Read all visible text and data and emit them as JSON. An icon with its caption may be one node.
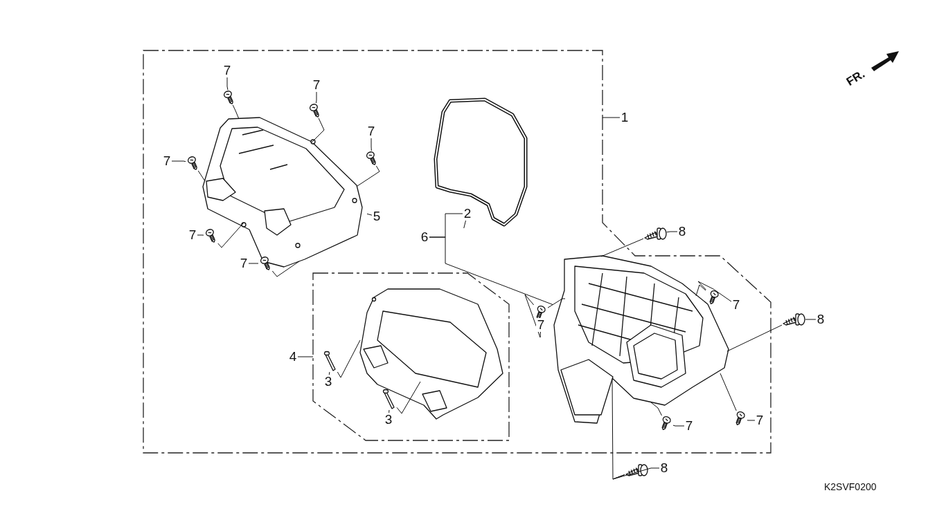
{
  "diagram": {
    "nodes": [
      {
        "text": [],
        "shape": "box"
      },
      {
        "text": [
          "7"
        ],
        "in": 0
      },
      {
        "text": [],
        "shape": "picture",
        "in": 0
      },
      {
        "text": [
          "7"
        ],
        "in": 0
      },
      {
        "text": [],
        "shape": "picture",
        "in": 0
      },
      {
        "text": [
          "1"
        ]
      },
      {
        "text": [],
        "shape": "picture",
        "in": 0
      },
      {
        "text": [
          "7"
        ],
        "in": 0
      },
      {
        "text": [],
        "shape": "picture",
        "in": 0
      },
      {
        "text": [
          "7"
        ],
        "in": 0
      },
      {
        "text": [],
        "shape": "picture",
        "in": 0
      },
      {
        "text": [],
        "shape": "picture",
        "in": 0
      },
      {
        "text": [
          "2"
        ],
        "in": 0
      },
      {
        "text": [
          "5"
        ],
        "in": 0
      },
      {
        "text": [
          "8"
        ]
      },
      {
        "text": [],
        "shape": "picture"
      },
      {
        "text": [
          "6"
        ],
        "in": 0
      },
      {
        "text": [
          "7"
        ],
        "in": 0
      },
      {
        "text": [],
        "shape": "picture",
        "in": 0
      },
      {
        "text": [
          "7"
        ],
        "in": 0
      },
      {
        "text": [],
        "shape": "picture",
        "in": 0
      },
      {
        "text": [],
        "shape": "picture",
        "in": 0
      },
      {
        "text": [],
        "shape": "box",
        "in": 0
      },
      {
        "text": [],
        "shape": "picture",
        "in": 22
      },
      {
        "text": [
          "7"
        ],
        "in": 0
      },
      {
        "text": [],
        "shape": "picture",
        "in": 0
      },
      {
        "text": [
          "7"
        ],
        "in": 0
      },
      {
        "text": [],
        "shape": "picture",
        "in": 0
      },
      {
        "text": [
          "8"
        ]
      },
      {
        "text": [],
        "shape": "picture"
      },
      {
        "text": [
          "4"
        ],
        "in": 0
      },
      {
        "text": [],
        "shape": "picture",
        "in": 22
      },
      {
        "text": [
          "3"
        ],
        "in": 22
      },
      {
        "text": [],
        "shape": "picture",
        "in": 22
      },
      {
        "text": [
          "3"
        ],
        "in": 22
      },
      {
        "text": [
          "7"
        ],
        "in": 0
      },
      {
        "text": [],
        "shape": "picture",
        "in": 0
      },
      {
        "text": [
          "7"
        ],
        "in": 0
      },
      {
        "text": [],
        "shape": "picture",
        "in": 0
      },
      {
        "text": [
          "8"
        ]
      },
      {
        "text": [],
        "shape": "picture"
      }
    ],
    "edges": [
      {
        "from": 1,
        "to": 2,
        "arrow": "none"
      },
      {
        "from": 3,
        "to": 4,
        "arrow": "none"
      },
      {
        "from": 7,
        "to": 8,
        "arrow": "none"
      },
      {
        "from": 9,
        "to": 10,
        "arrow": "none"
      },
      {
        "from": 17,
        "to": 18,
        "arrow": "none"
      },
      {
        "from": 19,
        "to": 20,
        "arrow": "none"
      },
      {
        "from": 24,
        "to": 25,
        "arrow": "none"
      },
      {
        "from": 26,
        "to": 27,
        "arrow": "none"
      },
      {
        "from": 35,
        "to": 36,
        "arrow": "none"
      },
      {
        "from": 37,
        "to": 38,
        "arrow": "none"
      },
      {
        "from": 14,
        "to": 15,
        "arrow": "none"
      },
      {
        "from": 28,
        "to": 29,
        "arrow": "none"
      },
      {
        "from": 39,
        "to": 40,
        "arrow": "none"
      },
      {
        "from": 2,
        "to": 11,
        "arrow": "none"
      },
      {
        "from": 4,
        "to": 11,
        "arrow": "none"
      },
      {
        "from": 8,
        "to": 11,
        "arrow": "none"
      },
      {
        "from": 10,
        "to": 11,
        "arrow": "none"
      },
      {
        "from": 18,
        "to": 11,
        "arrow": "none"
      },
      {
        "from": 20,
        "to": 11,
        "arrow": "none"
      },
      {
        "from": 25,
        "to": 21,
        "arrow": "none"
      },
      {
        "from": 27,
        "to": 21,
        "arrow": "none"
      },
      {
        "from": 36,
        "to": 21,
        "arrow": "none"
      },
      {
        "from": 38,
        "to": 21,
        "arrow": "none"
      },
      {
        "from": 15,
        "to": 21,
        "arrow": "none"
      },
      {
        "from": 29,
        "to": 21,
        "arrow": "none"
      },
      {
        "from": 40,
        "to": 21,
        "arrow": "none"
      },
      {
        "from": 5,
        "to": 0,
        "arrow": "none"
      },
      {
        "from": 12,
        "to": 6,
        "arrow": "none"
      },
      {
        "from": 16,
        "to": 12,
        "arrow": "none"
      },
      {
        "from": 16,
        "to": 21,
        "arrow": "none"
      },
      {
        "from": 13,
        "to": 11,
        "arrow": "none"
      },
      {
        "from": 30,
        "to": 22,
        "arrow": "none"
      },
      {
        "from": 32,
        "to": 31,
        "arrow": "none"
      },
      {
        "from": 31,
        "to": 23,
        "arrow": "none"
      },
      {
        "from": 34,
        "to": 33,
        "arrow": "none"
      },
      {
        "from": 33,
        "to": 23,
        "arrow": "none"
      }
    ],
    "labels": [
      "FR.",
      "K2SVF0200"
    ]
  }
}
